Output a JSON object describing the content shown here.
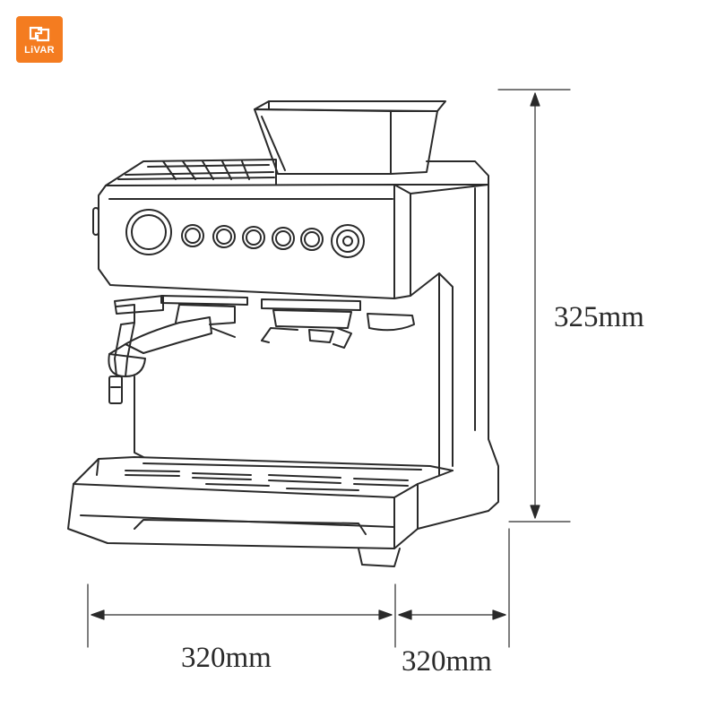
{
  "brand": {
    "name": "LiVAR",
    "color": "#f47c20",
    "icon": "livar-logo-icon"
  },
  "dimensions": {
    "height": "325mm",
    "width": "320mm",
    "depth": "320mm"
  },
  "colors": {
    "line": "#2a2a2a",
    "background": "#ffffff"
  }
}
